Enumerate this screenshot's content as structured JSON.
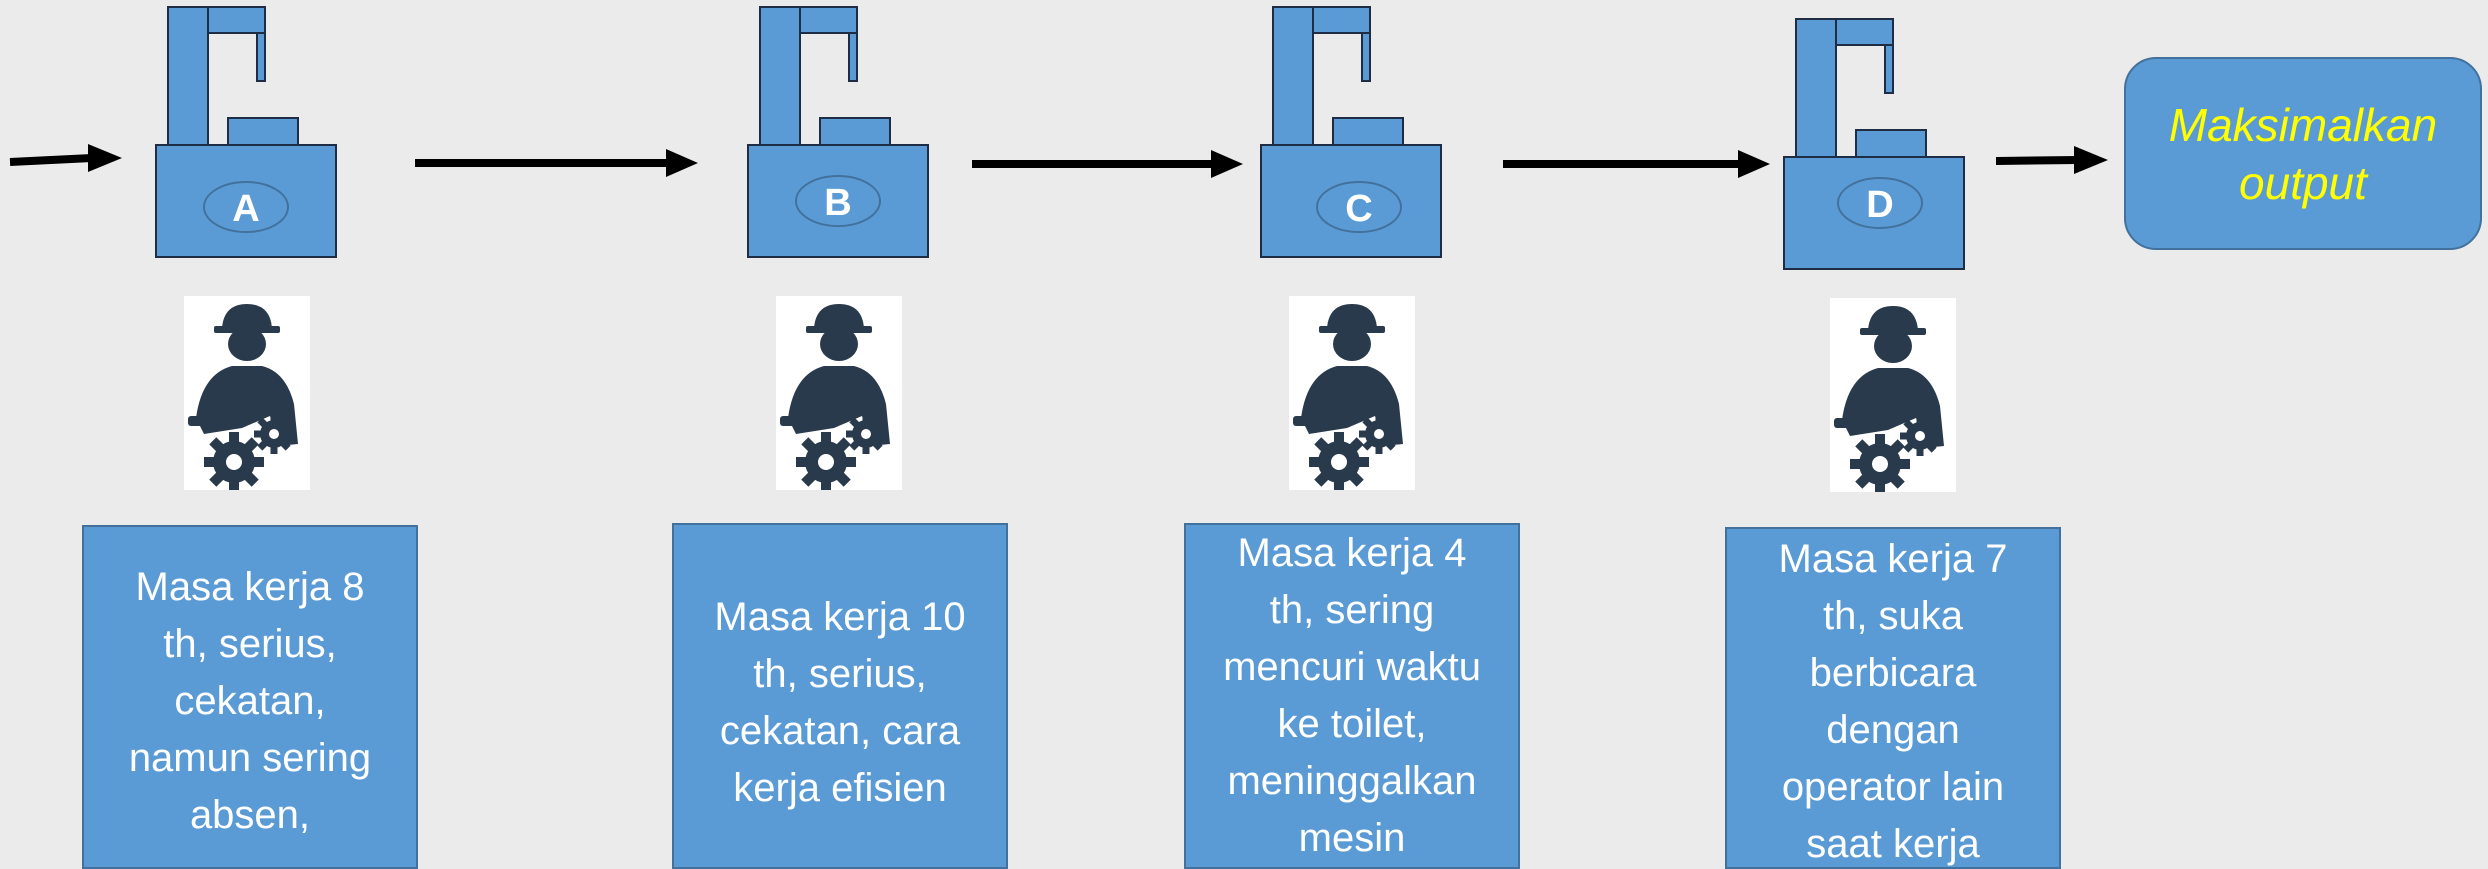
{
  "colors": {
    "background": "#ebebeb",
    "box_fill": "#5b9bd5",
    "box_stroke": "#41719c",
    "machine_stroke": "#1f2d44",
    "arrow": "#000000",
    "output_text": "#ffff00",
    "desc_text": "#ffffff",
    "worker": "#2a3a4d"
  },
  "machines": [
    {
      "label": "A"
    },
    {
      "label": "B"
    },
    {
      "label": "C"
    },
    {
      "label": "D"
    }
  ],
  "workers": [
    {
      "icon": "worker-with-gears-icon"
    },
    {
      "icon": "worker-with-gears-icon"
    },
    {
      "icon": "worker-with-gears-icon"
    },
    {
      "icon": "worker-with-gears-icon"
    }
  ],
  "descriptions": [
    {
      "lines": [
        "Masa kerja 8",
        "th, serius,",
        "cekatan,",
        "namun sering",
        "absen,"
      ]
    },
    {
      "lines": [
        "Masa kerja 10",
        "th, serius,",
        "cekatan, cara",
        "kerja efisien"
      ]
    },
    {
      "lines": [
        "Masa kerja 4",
        "th, sering",
        "mencuri waktu",
        "ke toilet,",
        "meninggalkan",
        "mesin"
      ]
    },
    {
      "lines": [
        "Masa kerja 7",
        "th, suka",
        "berbicara",
        "dengan",
        "operator lain",
        "saat kerja"
      ]
    }
  ],
  "output": {
    "line1": "Maksimalkan",
    "line2": "output"
  }
}
